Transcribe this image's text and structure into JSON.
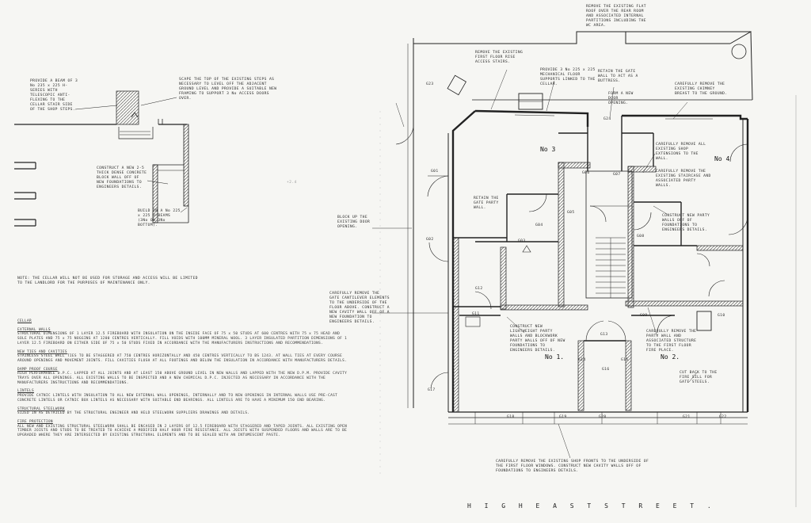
{
  "room_labels": {
    "no3": "No 3",
    "no4": "No 4",
    "no1": "No 1.",
    "no2": "No 2."
  },
  "street_name": "H I G H   E A S T   S T R E E T .",
  "scribble": "+2.4",
  "door_tags": [
    "G01",
    "G02",
    "G03",
    "G04",
    "G05",
    "G06",
    "G07",
    "G08",
    "G09",
    "G10",
    "G11",
    "G12",
    "G13",
    "G14",
    "G15",
    "G16",
    "G17",
    "G18",
    "G19",
    "G20",
    "G21",
    "G22",
    "G23",
    "G24"
  ],
  "cellar_notes": [
    "PROVIDE A BEAM OF 3 No 235 x 225 H-SERIES WITH TELESCOPIC ANTI-FLEXING TO THE CELLAR STAIR SIDE OF THE SHOP STEPS.",
    "SCAPE THE TOP OF THE EXISTING STEPS AS NECESSARY TO LEVEL OFF THE ADJACENT GROUND LEVEL AND PROVIDE A SUITABLE NEW FRAMING TO SUPPORT 3 No ACCESS DOORS OVER.",
    "CONSTRUCT A NEW 2-5 THICK DENSE CONCRETE BLOCK WALL OFF OF NEW FOUNDATIONS TO ENGINEERS DETAILS.",
    "BUILD IN A No 225 x 225 H-BEAMS (3No ON 3No BOTTOM)."
  ],
  "cellar_note_bottom": "NOTE: THE CELLAR WILL NOT BE USED FOR STORAGE AND ACCESS WILL BE LIMITED TO THE LANDLORD FOR THE PURPOSES OF MAINTENANCE ONLY.",
  "plan_notes": [
    "REMOVE THE EXISTING FLAT ROOF OVER THE REAR ROOM AND ASSOCIATED INTERNAL PARTITIONS INCLUDING THE WC AREA.",
    "REMOVE THE EXISTING FIRST FLOOR RISE ACCESS STAIRS.",
    "PROVIDE 3 No 225 x 225 MECHANICAL FLOOR SUPPORTS LINKED TO THE CELLAR.",
    "RETAIN THE GATE WALL TO ACT AS A BUTTRESS.",
    "FORM A NEW DOOR OPENING.",
    "CAREFULLY REMOVE THE EXISTING CHIMNEY BREAST TO THE GROUND.",
    "CAREFULLY REMOVE ALL EXISTING SHOP EXTENSIONS TO THE WALL.",
    "CAREFULLY REMOVE THE EXISTING STAIRCASE AND ASSOCIATED PARTY WALLS.",
    "RETAIN THE GATE PARTY WALL.",
    "CONSTRUCT NEW PARTY WALLS OFF OF FOUNDATIONS TO ENGINEERS DETAILS.",
    "BLOCK UP THE EXISTING DOOR OPENING.",
    "CAREFULLY REMOVE THE GATE CANTILEVER ELEMENTS TO THE UNDERSIDE OF THE FLOOR ABOVE. CONSTRUCT A NEW CAVITY WALL OFF OF A NEW FOUNDATION TO ENGINEERS DETAILS.",
    "CONSTRUCT NEW LIGHTWEIGHT PARTY WALLS AND BLOCKWORK PARTY WALLS OFF OF NEW FOUNDATIONS TO ENGINEERS DETAILS.",
    "CAREFULLY REMOVE THE PARTY WALL AND ASSOCIATED STRUCTURE TO THE FIRST FLOOR FIRE PLACE.",
    "CUT BACK TO THE FIRE SILL FOR GATE STEELS.",
    "CAREFULLY REMOVE THE EXISTING SHOP FRONTS TO THE UNDERSIDE OF THE FIRST FLOOR WINDOWS. CONSTRUCT NEW CAVITY WALLS OFF OF FOUNDATIONS TO ENGINEERS DETAILS."
  ],
  "spec": {
    "title": "CELLAR",
    "sections": [
      {
        "heading": "EXTERNAL WALLS",
        "body": "STRUCTURAL DIMENSIONS OF 1 LAYER 12.5 FIREBOARD WITH INSULATION ON THE INSIDE FACE OF 75 x 50 STUDS AT 600 CENTRES WITH 75 x 75 HEAD AND SOLE PLATES AND 75 x 75 NOGGINS AT 1200 CENTRES VERTICALLY. FILL VOIDS WITH 100MM MINERAL WOOL. 3 LAYER INSULATED PARTITION DIMENSIONS OF 1 LAYER 12.5 FIREBOARD ON EITHER SIDE OF 75 x 50 STUDS FIXED IN ACCORDANCE WITH THE MANUFACTURERS INSTRUCTIONS AND RECOMMENDATIONS."
      },
      {
        "heading": "NEW TIES AND CAVITIES",
        "body": "STAINLESS STEEL WALL TIES TO BE STAGGERED AT 750 CENTRES HORIZONTALLY AND 450 CENTRES VERTICALLY TO BS 1243. AT WALL TIES AT EVERY COURSE AROUND OPENINGS AND MOVEMENT JOINTS. FILL CAVITIES FLUSH AT ALL FOOTINGS AND BELOW THE INSULATION IN ACCORDANCE WITH MANUFACTURERS DETAILS."
      },
      {
        "heading": "DAMP PROOF COURSE",
        "body": "HIGH PERFORMANCE D.P.C. LAPPED AT ALL JOINTS AND AT LEAST 150 ABOVE GROUND LEVEL IN NEW WALLS AND LAPPED WITH THE NEW D.P.M. PROVIDE CAVITY TRAYS OVER ALL OPENINGS. ALL EXISTING WALLS TO BE INSPECTED AND A NEW CHEMICAL D.P.C. INJECTED AS NECESSARY IN ACCORDANCE WITH THE MANUFACTURERS INSTRUCTIONS AND RECOMMENDATIONS."
      },
      {
        "heading": "LINTELS",
        "body": "PROVIDE CATNIC LINTELS WITH INSULATION TO ALL NEW EXTERNAL WALL OPENINGS, INTERNALLY AND TO NEW OPENINGS IN INTERNAL WALLS USE PRE-CAST CONCRETE LINTELS OR CATNIC BOX LINTELS AS NECESSARY WITH SUITABLE END BEARINGS. ALL LINTELS ARE TO HAVE A MINIMUM 150 END BEARING."
      },
      {
        "heading": "STRUCTURAL STEELWORK",
        "body": "SIZED IN AS DETAILED BY THE STRUCTURAL ENGINEER AND HELD STEELWORK SUPPLIERS DRAWINGS AND DETAILS."
      },
      {
        "heading": "FIRE PROTECTION",
        "body": "ALL NEW AND EXISTING STRUCTURAL STEELWORK SHALL BE ENCASED IN 2 LAYERS OF 12.5 FIREBOARD WITH STAGGERED AND TAPED JOINTS. ALL EXISTING OPEN TIMBER JOISTS AND STUDS TO BE TREATED TO ACHIEVE A MODIFIED HALF HOUR FIRE RESISTANCE. ALL JOISTS WITH SUSPENDED FLOORS AND WALLS ARE TO BE UPGRADED WHERE THEY ARE INTERSECTED BY EXISTING STRUCTURAL ELEMENTS AND TO BE SEALED WITH AN INTUMESCENT PASTE."
      }
    ]
  }
}
